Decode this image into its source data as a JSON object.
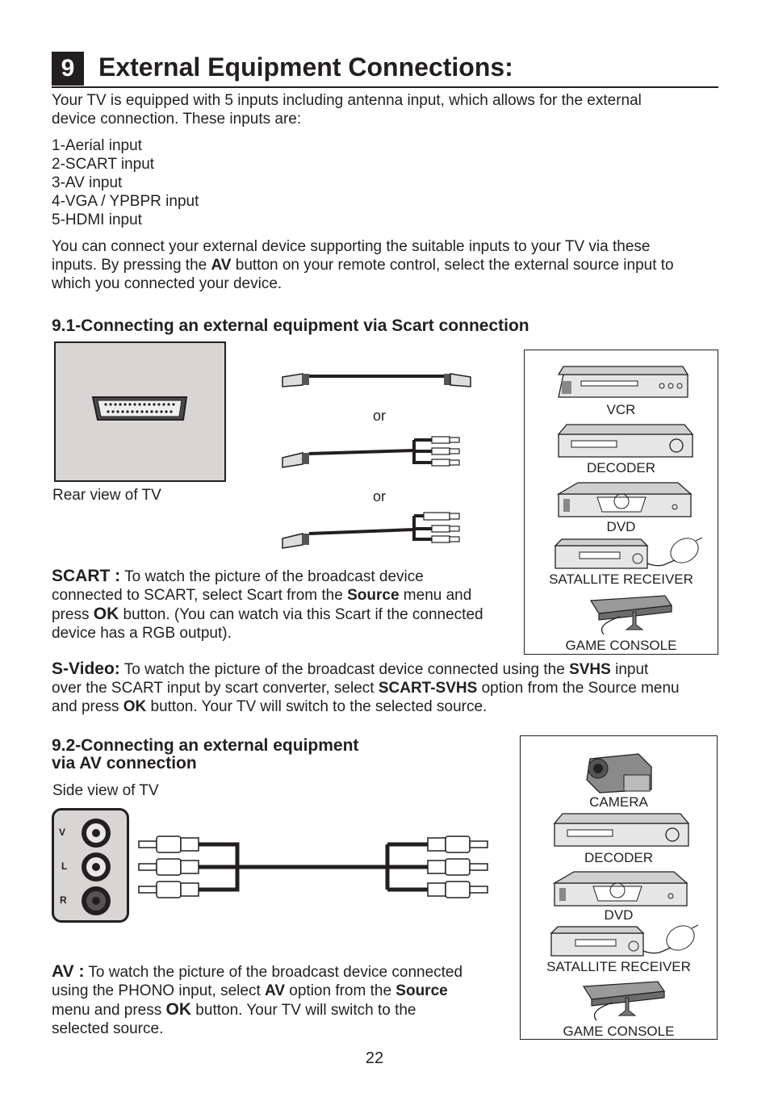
{
  "header": {
    "section_number": "9",
    "title": "External Equipment Connections:"
  },
  "intro": {
    "line1": "Your TV is equipped with 5 inputs including antenna input, which allows for the external",
    "line2": "device connection. These inputs are:",
    "inputs": [
      "1-Aerial input",
      "2-SCART input",
      "3-AV input",
      "4-VGA / YPBPR input",
      "5-HDMI input"
    ],
    "para2_line1": "You can connect your external device supporting the suitable inputs to your TV via these",
    "para2_line2_a": "inputs. By pressing the ",
    "para2_line2_bold": "AV",
    "para2_line2_b": " button on your remote control, select the external source input to",
    "para2_line3": "which you connected your device."
  },
  "scart_section": {
    "heading": "9.1-Connecting an external equipment via Scart connection",
    "rear_label": "Rear view of TV",
    "or1": "or",
    "or2": "or",
    "devices": [
      "VCR",
      "DECODER",
      "DVD",
      "SATALLITE RECEIVER",
      "GAME CONSOLE"
    ],
    "scart_label": "SCART :",
    "scart_l1": " To watch the picture of the broadcast device",
    "scart_l2_a": "connected to SCART, select Scart from the ",
    "scart_l2_bold": "Source",
    "scart_l2_b": " menu and",
    "scart_l3_a": "press ",
    "scart_l3_bold": "OK",
    "scart_l3_b": " button. (You can watch via this Scart if the connected",
    "scart_l4": "device has a RGB output).",
    "svideo_label": "S-Video:",
    "svideo_l1_a": " To watch the picture of the broadcast device connected using the ",
    "svideo_l1_bold": "SVHS",
    "svideo_l1_b": " input",
    "svideo_l2_a": "over the SCART input by scart converter, select ",
    "svideo_l2_bold": "SCART-SVHS",
    "svideo_l2_b": " option from the Source menu",
    "svideo_l3_a": "and press ",
    "svideo_l3_bold": "OK",
    "svideo_l3_b": " button. Your TV will switch to the selected source."
  },
  "av_section": {
    "heading_l1": "9.2-Connecting an external equipment",
    "heading_l2": "via AV connection",
    "side_label": "Side view of TV",
    "jack_labels": [
      "V",
      "L",
      "R"
    ],
    "devices": [
      "CAMERA",
      "DECODER",
      "DVD",
      "SATALLITE RECEIVER",
      "GAME CONSOLE"
    ],
    "av_label": "AV :",
    "av_l1": " To watch the picture of the broadcast device connected",
    "av_l2_a": "using the PHONO input, select ",
    "av_l2_bold": "AV",
    "av_l2_b": " option from the ",
    "av_l2_bold2": "Source",
    "av_l3_a": "menu and press ",
    "av_l3_bold": "OK",
    "av_l3_b": " button. Your TV will switch to the",
    "av_l4": "selected source."
  },
  "footer": {
    "page_number": "22"
  }
}
